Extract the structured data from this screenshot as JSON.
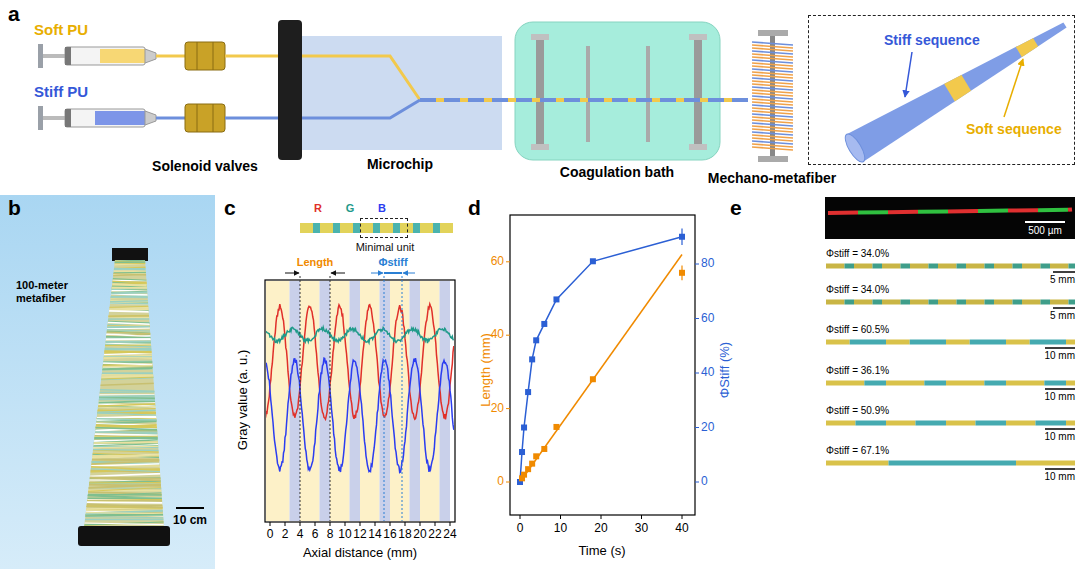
{
  "diagram": {
    "nodes": [
      {
        "text": [
          "Stiff sequence",
          "Soft sequence"
        ]
      },
      {
        "text": [
          "Minimal unit"
        ]
      }
    ],
    "labels": [
      "a",
      "Soft PU",
      "Stiff PU",
      "Solenoid valves",
      "Microchip",
      "Coagulation bath",
      "Mechano-metafiber",
      "b",
      "100-meter metafiber",
      "10 cm",
      "c",
      "R",
      "G",
      "B",
      "Length",
      "Φstiff",
      "Gray value (a. u.)",
      "0",
      "2",
      "4",
      "6",
      "8",
      "10",
      "12",
      "14",
      "16",
      "18",
      "20",
      "22",
      "24",
      "Axial distance (mm)",
      "d",
      "0",
      "20",
      "40",
      "60",
      "0",
      "20",
      "40",
      "60",
      "80",
      "0",
      "10",
      "20",
      "30",
      "40",
      "Length (mm)",
      "ΦStiff (%)",
      "Time (s)",
      "e",
      "500 µm",
      "Φstiff = 34.0%",
      "5 mm",
      "Φstiff = 34.0%",
      "5 mm",
      "Φstiff = 60.5%",
      "10 mm",
      "Φstiff = 36.1%",
      "10 mm",
      "Φstiff = 50.9%",
      "10 mm",
      "Φstiff = 67.1%",
      "10 mm"
    ]
  }
}
